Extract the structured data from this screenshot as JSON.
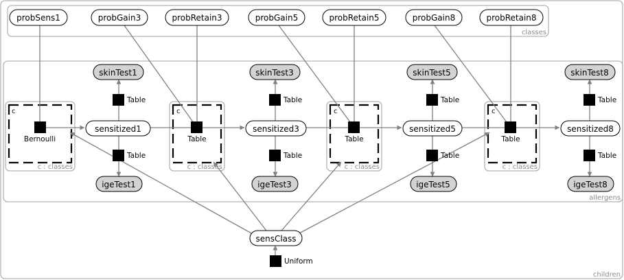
{
  "plates": {
    "classes": "classes",
    "allergens": "allergens",
    "children": "children"
  },
  "gates": {
    "selector": "c",
    "label": "c : classes"
  },
  "params": {
    "probSens1": "probSens1",
    "probGain3": "probGain3",
    "probRetain3": "probRetain3",
    "probGain5": "probGain5",
    "probRetain5": "probRetain5",
    "probGain8": "probGain8",
    "probRetain8": "probRetain8"
  },
  "nodes": {
    "skinTest1": "skinTest1",
    "skinTest3": "skinTest3",
    "skinTest5": "skinTest5",
    "skinTest8": "skinTest8",
    "sensitized1": "sensitized1",
    "sensitized3": "sensitized3",
    "sensitized5": "sensitized5",
    "sensitized8": "sensitized8",
    "igeTest1": "igeTest1",
    "igeTest3": "igeTest3",
    "igeTest5": "igeTest5",
    "igeTest8": "igeTest8",
    "sensClass": "sensClass"
  },
  "factors": {
    "bernoulli": "Bernoulli",
    "table": "Table",
    "uniform": "Uniform"
  }
}
